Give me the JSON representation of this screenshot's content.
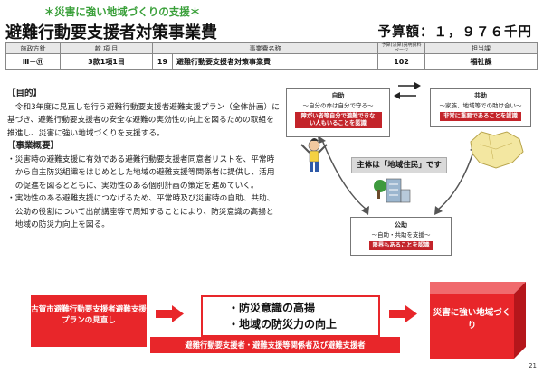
{
  "subtitle": "＊災害に強い地域づくりの支援＊",
  "title": "避難行動要支援者対策事業費",
  "budget": "予算額：１，９７６千円",
  "table": {
    "headers": [
      "施政方針",
      "款 項 目",
      "事業費名称",
      "予算(決算)説明資料ページ",
      "担当課"
    ],
    "values": [
      "Ⅲ－⑪",
      "3款1項1目",
      "19",
      "避難行動要支援者対策事業費",
      "102",
      "福祉課"
    ]
  },
  "body": {
    "purpose_heading": "【目的】",
    "purpose_text": "令和3年度に見直しを行う避難行動要支援者避難支援プラン（全体計画）に基づき、避難行動要支援者の安全な避難の実効性の向上を図るための取組を推進し、災害に強い地域づくりを支援する。",
    "overview_heading": "【事業概要】",
    "bullets": [
      "・災害時の避難支援に有効である避難行動要支援者同意者リストを、平常時から自主防災組織をはじめとした地域の避難支援等関係者に提供し、活用の促進を図るとともに、実効性のある個別計画の策定を進めていく。",
      "・実効性のある避難支援につなげるため、平常時及び災害時の自助、共助、公助の役割について出前講座等で周知することにより、防災意識の高揚と地域の防災力向上を図る。"
    ]
  },
  "diagram": {
    "self": {
      "title": "自助",
      "sub": "～自分の命は自分で守る～",
      "label": "障がい者等自分で避難できない人もいることを認識"
    },
    "mutual": {
      "title": "共助",
      "sub": "～家族、地域等での助け合い～",
      "label": "非常に重要であることを認識"
    },
    "public": {
      "title": "公助",
      "sub": "～自助・共助を支援～",
      "label": "限界もあることを認識"
    },
    "center": "主体は「地域住民」です"
  },
  "flow": {
    "left": "古賀市避難行動要支援者避難支援プランの見直し",
    "middle_line1": "・防災意識の高揚",
    "middle_line2": "・地域の防災力の向上",
    "bottom_bar": "避難行動要支援者・避難支援等関係者及び避難支援者",
    "right": "災害に強い地域づくり"
  },
  "page_number": "21",
  "colors": {
    "red": "#e8262a",
    "green": "#3aa03a",
    "dark_red": "#c3242a"
  }
}
